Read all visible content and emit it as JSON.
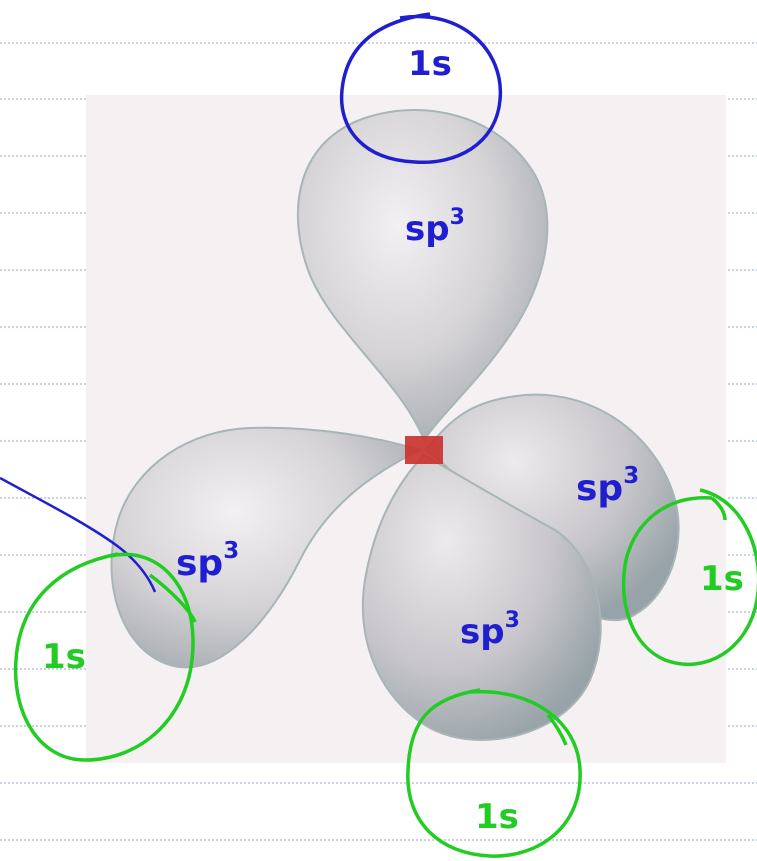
{
  "colors": {
    "page_bg": "#ffffff",
    "ruled_line": "#b9c3d9",
    "figure_bg": "#f5f1f3",
    "lobe_fill": "#d9d7d9",
    "lobe_shade": "#b3b3b8",
    "lobe_edge": "#9fb2b3",
    "nucleus": "#c9302c",
    "ink_blue": "#1f1fd0",
    "ink_green": "#22cc22"
  },
  "labels": {
    "sp3_top": "sp",
    "sp3_left": "sp",
    "sp3_right": "sp",
    "sp3_bottom": "sp",
    "sup": "3",
    "s1_top": "1s",
    "s1_left": "1s",
    "s1_right": "1s",
    "s1_bottom": "1s"
  }
}
